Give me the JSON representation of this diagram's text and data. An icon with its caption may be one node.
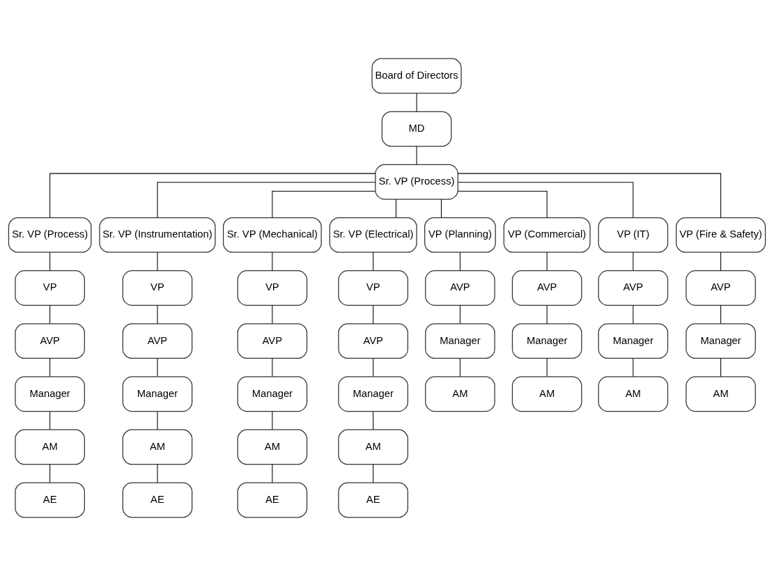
{
  "diagram": {
    "nodes": [
      {
        "text": [
          "Board of Directors"
        ]
      },
      {
        "text": [
          "MD"
        ]
      },
      {
        "text": [
          "Sr. VP (Process)"
        ]
      },
      {
        "text": [
          "Sr. VP (Process)"
        ]
      },
      {
        "text": [
          "Sr. VP (Instrumentation)"
        ]
      },
      {
        "text": [
          "Sr. VP (Mechanical)"
        ]
      },
      {
        "text": [
          "Sr. VP (Electrical)"
        ]
      },
      {
        "text": [
          "VP (Planning)"
        ]
      },
      {
        "text": [
          "VP (Commercial)"
        ]
      },
      {
        "text": [
          "VP (IT)"
        ]
      },
      {
        "text": [
          "VP (Fire & Safety)"
        ]
      },
      {
        "text": [
          "VP"
        ]
      },
      {
        "text": [
          "VP"
        ]
      },
      {
        "text": [
          "VP"
        ]
      },
      {
        "text": [
          "VP"
        ]
      },
      {
        "text": [
          "AVP"
        ]
      },
      {
        "text": [
          "AVP"
        ]
      },
      {
        "text": [
          "AVP"
        ]
      },
      {
        "text": [
          "AVP"
        ]
      },
      {
        "text": [
          "AVP"
        ]
      },
      {
        "text": [
          "AVP"
        ]
      },
      {
        "text": [
          "AVP"
        ]
      },
      {
        "text": [
          "AVP"
        ]
      },
      {
        "text": [
          "Manager"
        ]
      },
      {
        "text": [
          "Manager"
        ]
      },
      {
        "text": [
          "Manager"
        ]
      },
      {
        "text": [
          "Manager"
        ]
      },
      {
        "text": [
          "Manager"
        ]
      },
      {
        "text": [
          "Manager"
        ]
      },
      {
        "text": [
          "Manager"
        ]
      },
      {
        "text": [
          "Manager"
        ]
      },
      {
        "text": [
          "AM"
        ]
      },
      {
        "text": [
          "AM"
        ]
      },
      {
        "text": [
          "AM"
        ]
      },
      {
        "text": [
          "AM"
        ]
      },
      {
        "text": [
          "AM"
        ]
      },
      {
        "text": [
          "AM"
        ]
      },
      {
        "text": [
          "AM"
        ]
      },
      {
        "text": [
          "AM"
        ]
      },
      {
        "text": [
          "AE"
        ]
      },
      {
        "text": [
          "AE"
        ]
      },
      {
        "text": [
          "AE"
        ]
      },
      {
        "text": [
          "AE"
        ]
      }
    ],
    "edges": [
      {
        "from": 0,
        "to": 1,
        "arrow": "none"
      },
      {
        "from": 1,
        "to": 2,
        "arrow": "none"
      },
      {
        "from": 2,
        "to": 3,
        "arrow": "none"
      },
      {
        "from": 2,
        "to": 4,
        "arrow": "none"
      },
      {
        "from": 2,
        "to": 5,
        "arrow": "none"
      },
      {
        "from": 2,
        "to": 6,
        "arrow": "none"
      },
      {
        "from": 2,
        "to": 7,
        "arrow": "none"
      },
      {
        "from": 2,
        "to": 8,
        "arrow": "none"
      },
      {
        "from": 2,
        "to": 9,
        "arrow": "none"
      },
      {
        "from": 2,
        "to": 10,
        "arrow": "none"
      },
      {
        "from": 3,
        "to": 11,
        "arrow": "none"
      },
      {
        "from": 11,
        "to": 19,
        "arrow": "none"
      },
      {
        "from": 19,
        "to": 27,
        "arrow": "none"
      },
      {
        "from": 27,
        "to": 35,
        "arrow": "none"
      },
      {
        "from": 35,
        "to": 39,
        "arrow": "none"
      },
      {
        "from": 4,
        "to": 12,
        "arrow": "none"
      },
      {
        "from": 12,
        "to": 20,
        "arrow": "none"
      },
      {
        "from": 20,
        "to": 28,
        "arrow": "none"
      },
      {
        "from": 28,
        "to": 36,
        "arrow": "none"
      },
      {
        "from": 36,
        "to": 40,
        "arrow": "none"
      },
      {
        "from": 5,
        "to": 13,
        "arrow": "none"
      },
      {
        "from": 13,
        "to": 21,
        "arrow": "none"
      },
      {
        "from": 21,
        "to": 29,
        "arrow": "none"
      },
      {
        "from": 29,
        "to": 37,
        "arrow": "none"
      },
      {
        "from": 37,
        "to": 41,
        "arrow": "none"
      },
      {
        "from": 6,
        "to": 14,
        "arrow": "none"
      },
      {
        "from": 14,
        "to": 22,
        "arrow": "none"
      },
      {
        "from": 22,
        "to": 30,
        "arrow": "none"
      },
      {
        "from": 30,
        "to": 38,
        "arrow": "none"
      },
      {
        "from": 38,
        "to": 42,
        "arrow": "none"
      },
      {
        "from": 7,
        "to": 15,
        "arrow": "none"
      },
      {
        "from": 15,
        "to": 23,
        "arrow": "none"
      },
      {
        "from": 23,
        "to": 31,
        "arrow": "none"
      },
      {
        "from": 8,
        "to": 16,
        "arrow": "none"
      },
      {
        "from": 16,
        "to": 24,
        "arrow": "none"
      },
      {
        "from": 24,
        "to": 32,
        "arrow": "none"
      },
      {
        "from": 9,
        "to": 17,
        "arrow": "none"
      },
      {
        "from": 17,
        "to": 25,
        "arrow": "none"
      },
      {
        "from": 25,
        "to": 33,
        "arrow": "none"
      },
      {
        "from": 10,
        "to": 18,
        "arrow": "none"
      },
      {
        "from": 18,
        "to": 26,
        "arrow": "none"
      },
      {
        "from": 26,
        "to": 34,
        "arrow": "none"
      }
    ]
  }
}
